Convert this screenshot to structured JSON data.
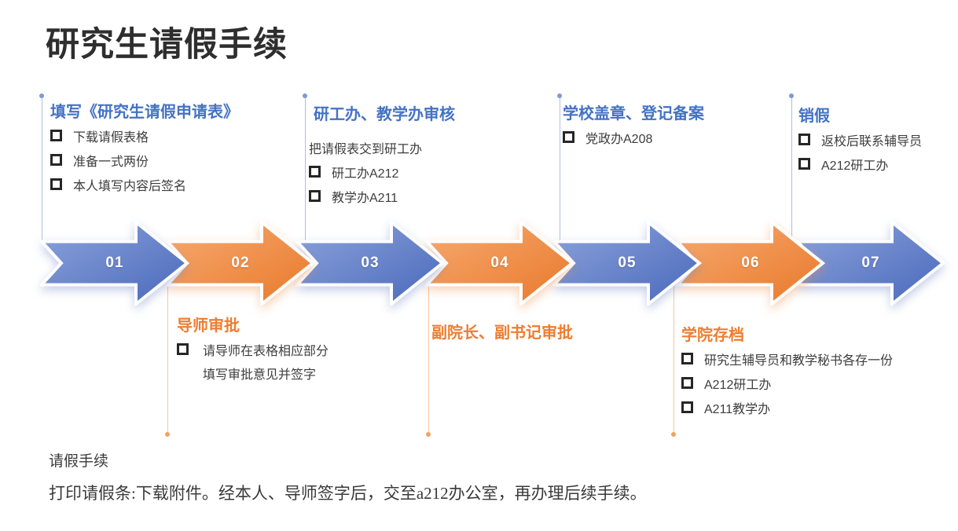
{
  "title": "研究生请假手续",
  "colors": {
    "heading_blue": "#4472C4",
    "heading_orange": "#ED7D31",
    "arrow_blue_light": "#8CA3DB",
    "arrow_blue_dark": "#4968BB",
    "arrow_orange_light": "#F6AA70",
    "arrow_orange_dark": "#E9782A"
  },
  "steps": [
    {
      "num": "01",
      "theme": "blue",
      "side": "top",
      "heading": "填写《研究生请假申请表》",
      "bullets": [
        "下载请假表格",
        "准备一式两份",
        "本人填写内容后签名"
      ]
    },
    {
      "num": "02",
      "theme": "orange",
      "side": "bottom",
      "heading": "导师审批",
      "bullets": [
        "请导师在表格相应部分"
      ],
      "continuation": "填写审批意见并签字"
    },
    {
      "num": "03",
      "theme": "blue",
      "side": "top",
      "heading": "研工办、教学办审核",
      "intro": "把请假表交到研工办",
      "bullets": [
        "研工办A212",
        "教学办A211"
      ]
    },
    {
      "num": "04",
      "theme": "orange",
      "side": "bottom",
      "heading": "副院长、副书记审批",
      "bullets": []
    },
    {
      "num": "05",
      "theme": "blue",
      "side": "top",
      "heading": "学校盖章、登记备案",
      "bullets": [
        "党政办A208"
      ]
    },
    {
      "num": "06",
      "theme": "orange",
      "side": "bottom",
      "heading": "学院存档",
      "bullets": [
        "研究生辅导员和教学秘书各存一份",
        "A212研工办",
        "A211教学办"
      ]
    },
    {
      "num": "07",
      "theme": "blue",
      "side": "top",
      "heading": "销假",
      "bullets": [
        "返校后联系辅导员",
        "A212研工办"
      ]
    }
  ],
  "footer": {
    "line1": "请假手续",
    "line2": "打印请假条:下载附件。经本人、导师签字后，交至a212办公室，再办理后续手续。"
  }
}
